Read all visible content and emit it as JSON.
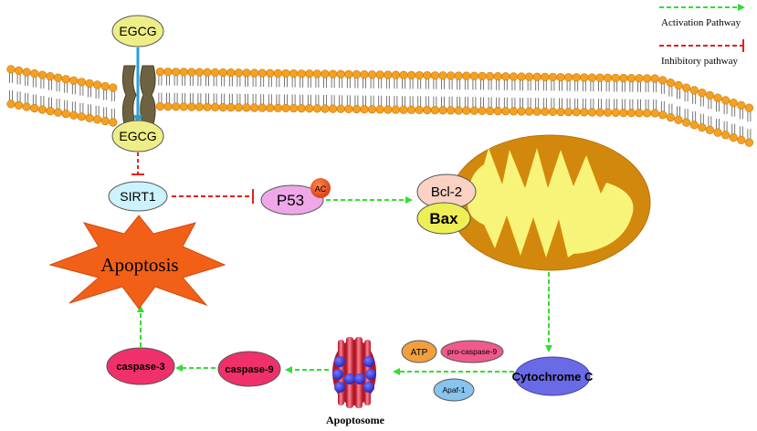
{
  "legend": {
    "activation": "Activation Pathway",
    "inhibitory": "Inhibitory pathway"
  },
  "nodes": {
    "egcg_outside": "EGCG",
    "egcg_inside": "EGCG",
    "sirt1": "SIRT1",
    "p53": "P53",
    "ac": "AC",
    "bcl2": "Bcl-2",
    "bax": "Bax",
    "apoptosis": "Apoptosis",
    "cytochrome_c": "Cytochrome C",
    "atp": "ATP",
    "pro_caspase9": "pro-caspase-9",
    "apaf1": "Apaf-1",
    "apoptosome": "Apoptosome",
    "caspase9": "caspase-9",
    "caspase3": "caspase-3"
  },
  "colors": {
    "activation": "#33dd33",
    "inhibitory": "#e02020",
    "transport": "#2a9fd8",
    "lipid_head": "#f5a020",
    "egcg_fill": "#eeee88",
    "sirt1_fill": "#ccf2ff",
    "p53_fill": "#eea8e8",
    "ac_fill": "#e8401a",
    "bcl2_fill": "#f9d2c4",
    "bax_fill": "#eeee55",
    "mito_outer": "#d2880c",
    "mito_inner": "#f8f47a",
    "apoptosis_fill": "#f26018",
    "cytochrome_fill": "#6a6ae6",
    "atp_fill": "#f0a040",
    "procasp_fill": "#f05a8a",
    "apaf1_fill": "#88c4ee",
    "caspase_fill": "#f0306a",
    "apoptosome_red": "#e8283c",
    "apoptosome_blue": "#3a3ae0"
  }
}
